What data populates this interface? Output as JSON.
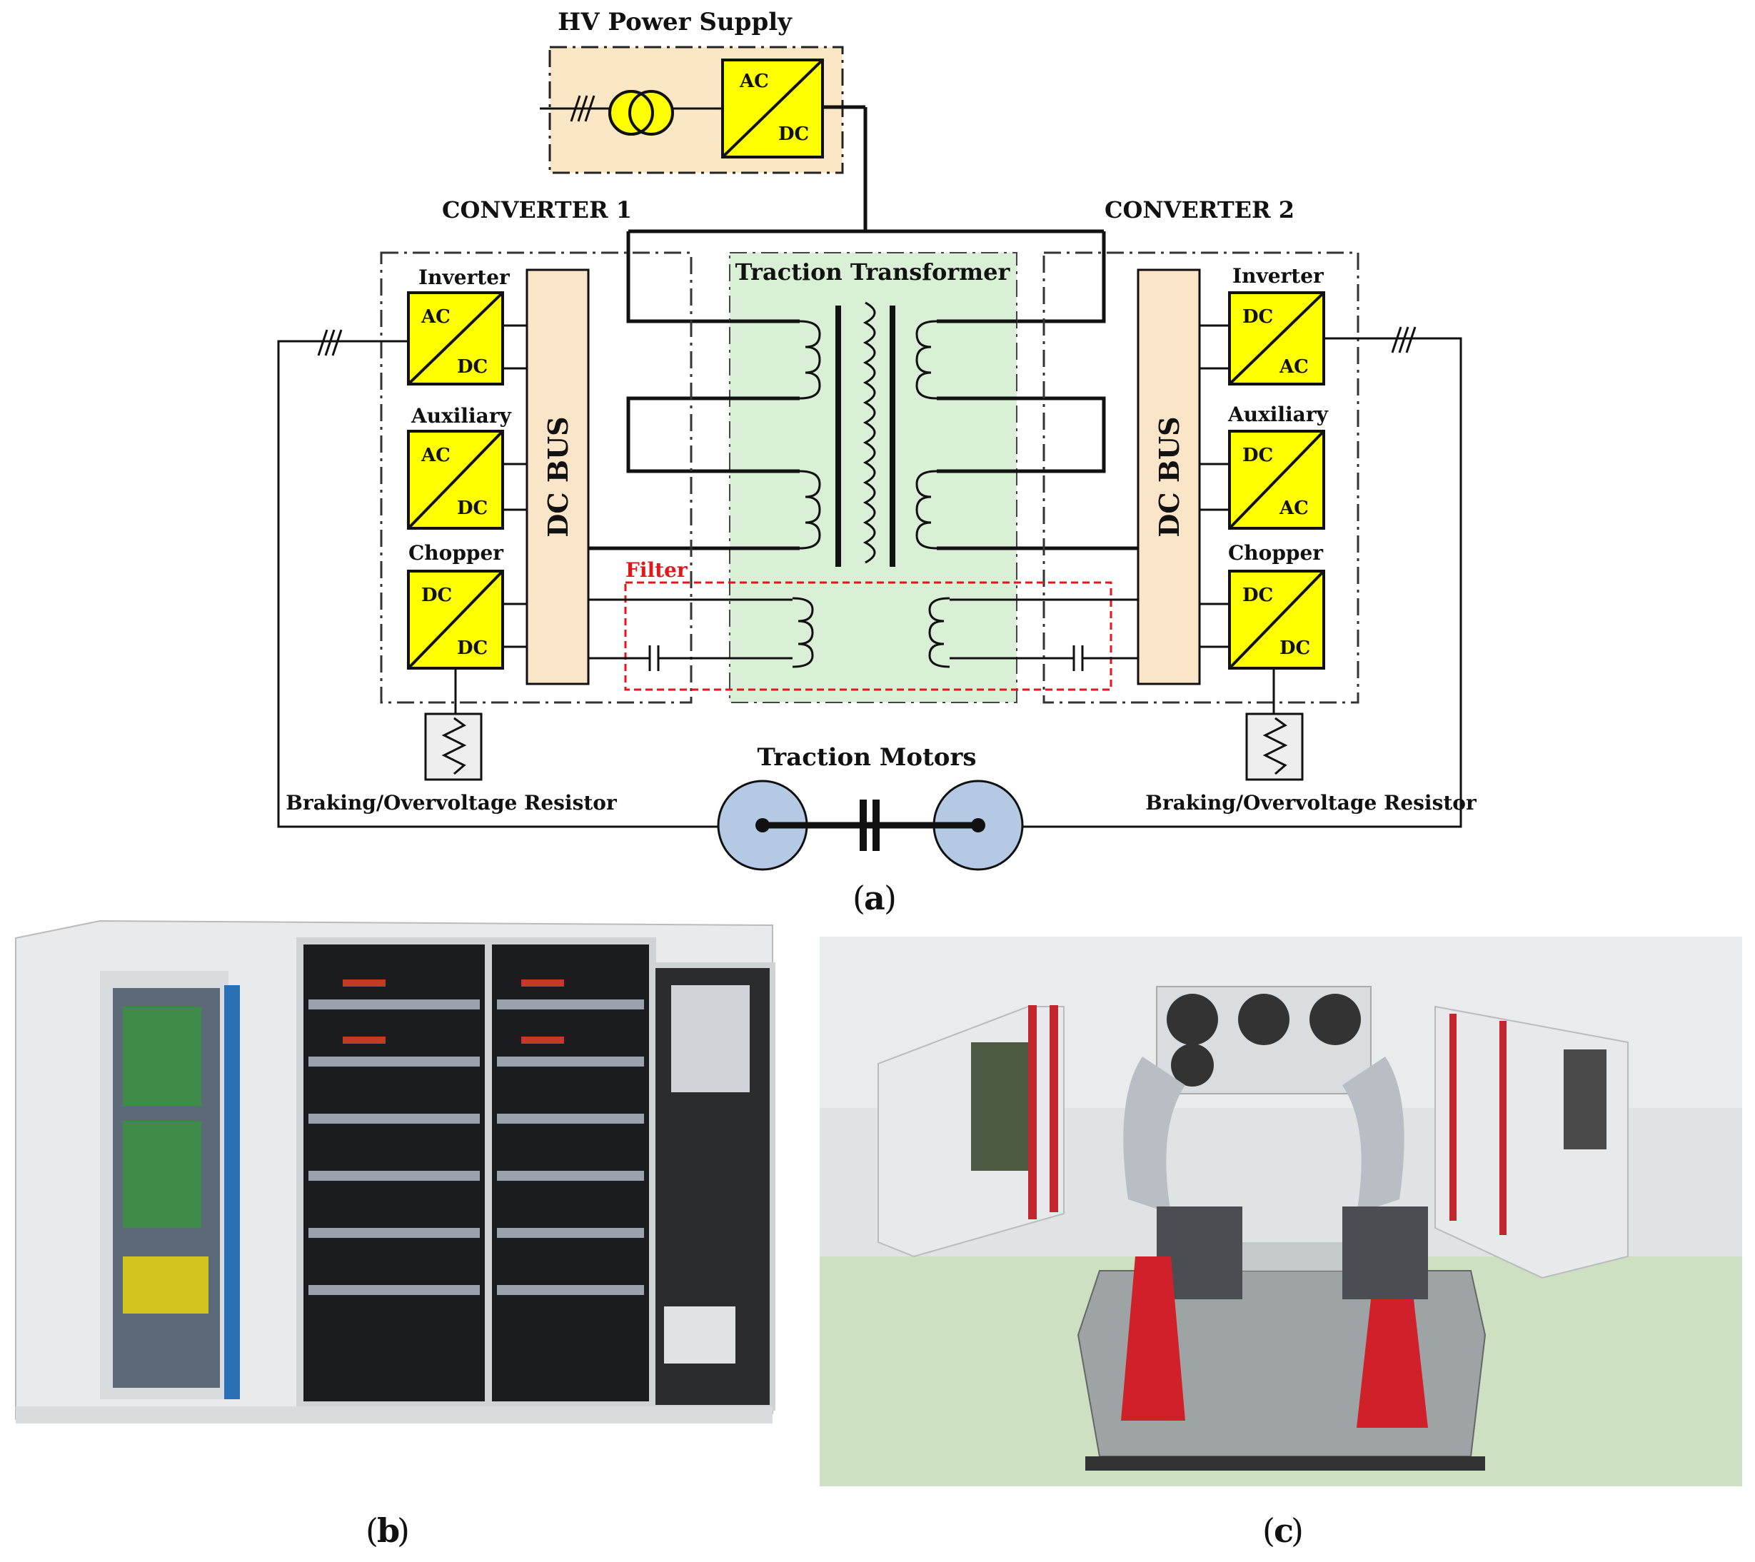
{
  "panel_a": {
    "hv_supply_label": "HV Power Supply",
    "converter1_label": "CONVERTER 1",
    "converter2_label": "CONVERTER 2",
    "traction_transformer_label": "Traction Transformer",
    "dc_bus_label": "DC BUS",
    "filter_label": "Filter",
    "traction_motors_label": "Traction Motors",
    "braking_resistor_label": "Braking/Overvoltage Resistor",
    "inverter_label": "Inverter",
    "auxiliary_label": "Auxiliary",
    "chopper_label": "Chopper",
    "ac": "AC",
    "dc": "DC",
    "caption_a": "a"
  },
  "panel_b": {
    "caption": "b"
  },
  "panel_c": {
    "caption": "c"
  },
  "colors": {
    "hv_box_fill": "#fbe7c6",
    "converter_block_fill": "#ffff00",
    "dc_bus_fill": "#fbe5c8",
    "transformer_fill": "#d9efd6",
    "filter_stroke": "#e4161b",
    "motor_fill": "#b4c9e4",
    "bench_floor": "#cfe3c4",
    "machine_red": "#d0202a"
  }
}
